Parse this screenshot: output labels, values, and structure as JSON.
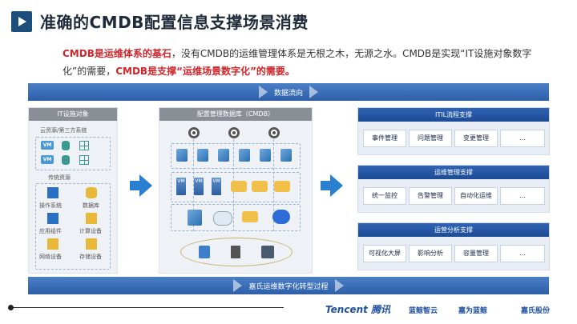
{
  "header": {
    "title": "准确的CMDB配置信息支撑场景消费",
    "subtitle_red_1": "CMDB是运维体系的基石",
    "subtitle_text_1": "，没有CMDB的运维管理体系是无根之木，无源之水。CMDB是实现“IT设施对象数字化”的需要，",
    "subtitle_red_2": "CMDB是支撑“运维场景数字化”的需要。"
  },
  "top_bar": {
    "label": "数据流向"
  },
  "left_panel": {
    "title": "IT设施对象",
    "section_cloud": "云资源/第三方系统",
    "vm_label": "VM",
    "section_traditional": "传统资源",
    "items": [
      {
        "label": "操作系统",
        "icon": "windows-icon"
      },
      {
        "label": "数据库",
        "icon": "database-icon"
      },
      {
        "label": "应用组件",
        "icon": "app-component-icon"
      },
      {
        "label": "计算设备",
        "icon": "server-icon"
      },
      {
        "label": "网络设备",
        "icon": "network-icon"
      },
      {
        "label": "存储设备",
        "icon": "storage-icon"
      }
    ]
  },
  "center_panel": {
    "title": "配置管理数据库（CMDB）",
    "vm_tag": "VM"
  },
  "right_groups": [
    {
      "title": "ITIL流程支撑",
      "items": [
        "事件管理",
        "问题管理",
        "变更管理",
        "…"
      ]
    },
    {
      "title": "运维管理支撑",
      "items": [
        "统一监控",
        "告警管理",
        "自动化运维",
        "…"
      ]
    },
    {
      "title": "运营分析支撑",
      "items": [
        "可视化大屏",
        "影响分析",
        "容量管理",
        "…"
      ]
    }
  ],
  "bottom_bar": {
    "label": "嘉氏运维数字化转型过程"
  },
  "footer": {
    "brand_main": "Tencent 腾讯",
    "brand_2": "蓝鲸智云",
    "brand_3": "嘉为蓝鲸",
    "brand_4": "嘉氏股份"
  },
  "colors": {
    "accent_blue": "#2f63b4",
    "red_text": "#d0262b",
    "flow_blue": "#4a7fc6"
  }
}
